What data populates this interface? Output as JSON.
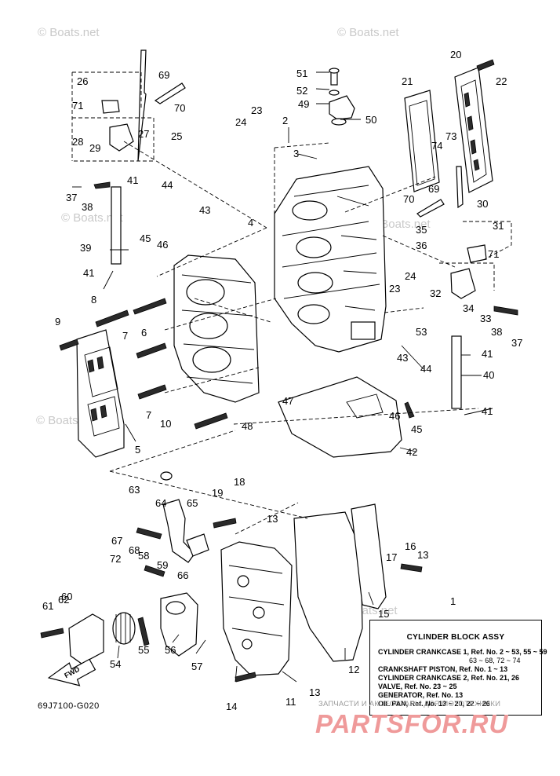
{
  "watermark": "© Boats.net",
  "diagram_code": "69J7100-G020",
  "fwd_label": "FWD",
  "legend": {
    "title": "CYLINDER BLOCK ASSY",
    "rows": [
      "CYLINDER CRANKCASE  1,  Ref. No. 2 ~ 53, 55 ~ 59",
      "63 ~ 68, 72 ~ 74",
      "CRANKSHAFT PISTON,  Ref. No. 1 ~ 13",
      "CYLINDER CRANKCASE  2,  Ref. No. 21, 26",
      "VALVE,  Ref. No. 23 ~ 25",
      "GENERATOR,  Ref. No. 13",
      "OIL PAN,  Ref. No. 13 ~ 20, 22 ~ 26"
    ]
  },
  "footer_text": "ЗАПЧАСТИ И АКСЕССУАРЫ ДЛЯ МОТОТЕХНИКИ",
  "site_logo": "PARTSFOR.RU",
  "callouts": [
    "1",
    "2",
    "3",
    "4",
    "5",
    "6",
    "7",
    "7",
    "8",
    "9",
    "10",
    "11",
    "12",
    "13",
    "13",
    "13",
    "14",
    "15",
    "16",
    "17",
    "18",
    "19",
    "20",
    "21",
    "22",
    "23",
    "23",
    "24",
    "24",
    "25",
    "26",
    "27",
    "28",
    "29",
    "30",
    "31",
    "32",
    "33",
    "34",
    "35",
    "36",
    "37",
    "37",
    "38",
    "38",
    "39",
    "40",
    "41",
    "41",
    "41",
    "41",
    "42",
    "43",
    "43",
    "44",
    "44",
    "45",
    "45",
    "46",
    "46",
    "47",
    "48",
    "49",
    "50",
    "51",
    "52",
    "53",
    "54",
    "55",
    "56",
    "57",
    "58",
    "59",
    "60",
    "61",
    "62",
    "63",
    "64",
    "65",
    "66",
    "67",
    "68",
    "69",
    "69",
    "70",
    "70",
    "71",
    "71",
    "72",
    "73",
    "74"
  ]
}
